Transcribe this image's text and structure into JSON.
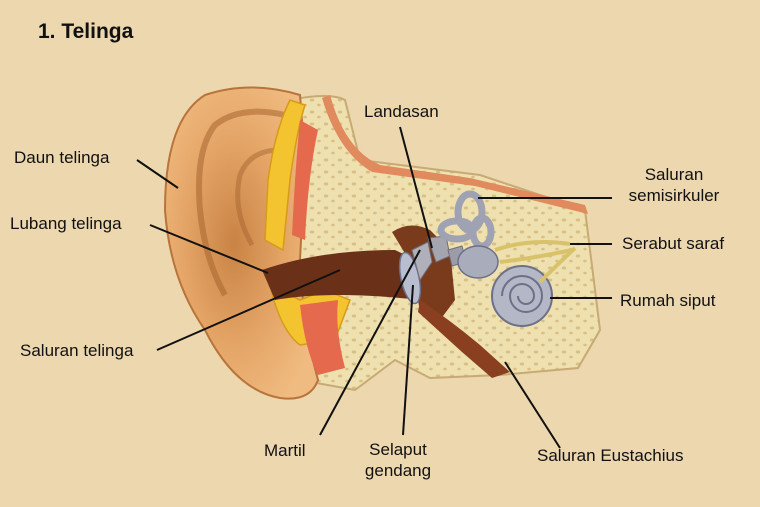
{
  "title": "1. Telinga",
  "labels": {
    "daun_telinga": "Daun telinga",
    "lubang_telinga": "Lubang telinga",
    "saluran_telinga": "Saluran telinga",
    "landasan": "Landasan",
    "saluran_semisirkuler_1": "Saluran",
    "saluran_semisirkuler_2": "semisirkuler",
    "serabut_saraf": "Serabut saraf",
    "rumah_siput": "Rumah siput",
    "martil": "Martil",
    "selaput_gendang_1": "Selaput",
    "selaput_gendang_2": "gendang",
    "saluran_eustachius": "Saluran Eustachius"
  },
  "colors": {
    "background": "#ecd7ae",
    "skin": "#e6a86a",
    "skin_dark": "#b8743a",
    "bone": "#efe0b0",
    "bone_pore": "#d7bf85",
    "canal": "#6b3018",
    "cartilage": "#f4c330",
    "muscle": "#e5694c",
    "ossicle": "#a9a9b4",
    "label_text": "#111111",
    "leader_line": "#111111"
  }
}
